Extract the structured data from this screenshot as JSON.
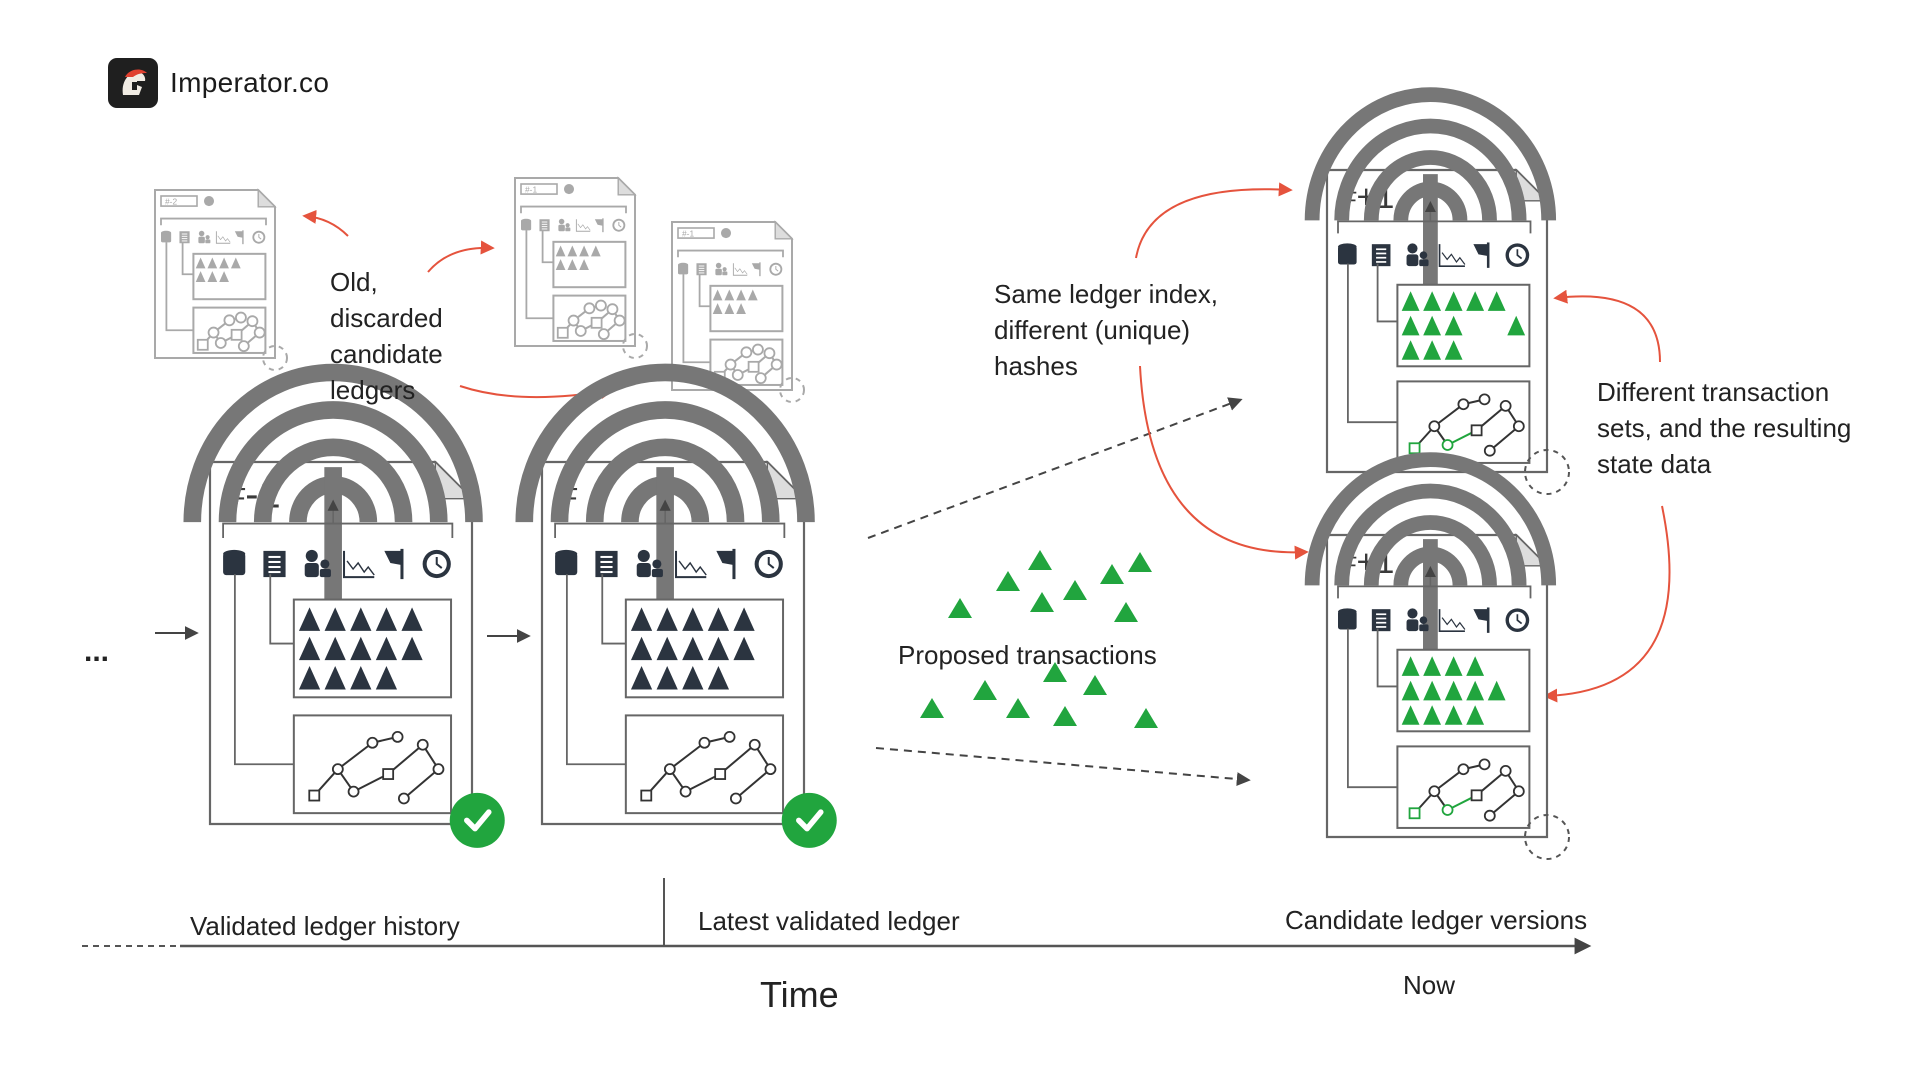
{
  "brand": {
    "name": "Imperator.co",
    "logo_icon": "spartan-helmet-icon"
  },
  "ledgers": {
    "discarded": [
      {
        "label": "#-2"
      },
      {
        "label": "#-1"
      },
      {
        "label": "#-1"
      }
    ],
    "validated": [
      {
        "label": "#-1",
        "status_icon": "check-circle-icon"
      },
      {
        "label": "#",
        "status_icon": "check-circle-icon"
      }
    ],
    "candidates": [
      {
        "label": "#+1"
      },
      {
        "label": "#+1"
      }
    ]
  },
  "annotations": {
    "discarded_lines": [
      "Old,",
      "discarded",
      "candidate",
      "ledgers"
    ],
    "same_index_lines": [
      "Same ledger index,",
      "different (unique)",
      "hashes"
    ],
    "different_sets_lines": [
      "Different transaction",
      "sets, and the resulting",
      "state data"
    ],
    "proposed": "Proposed transactions",
    "ellipsis": "..."
  },
  "timeline": {
    "history": "Validated ledger history",
    "latest": "Latest validated ledger",
    "candidates": "Candidate ledger versions",
    "axis": "Time",
    "now": "Now"
  },
  "colors": {
    "accent_green": "#21a53e",
    "triangle_dark": "#2b3440",
    "arrow_red": "#e5533d",
    "faded_gray": "#a9a9a9",
    "doc_border": "#666666"
  }
}
